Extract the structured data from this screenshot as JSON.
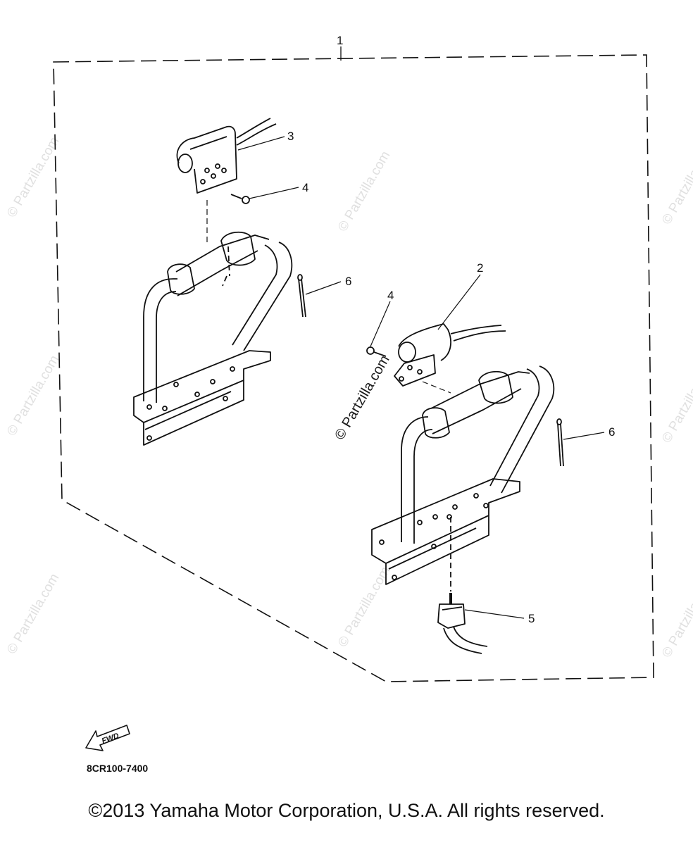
{
  "diagram": {
    "callouts": [
      "1",
      "2",
      "3",
      "4",
      "4",
      "5",
      "6",
      "6"
    ],
    "watermark": "© Partzilla.com",
    "fwd_label": "FWD",
    "figure_code": "8CR100-7400",
    "copyright": "©2013  Yamaha Motor Corporation, U.S.A. All rights reserved."
  }
}
